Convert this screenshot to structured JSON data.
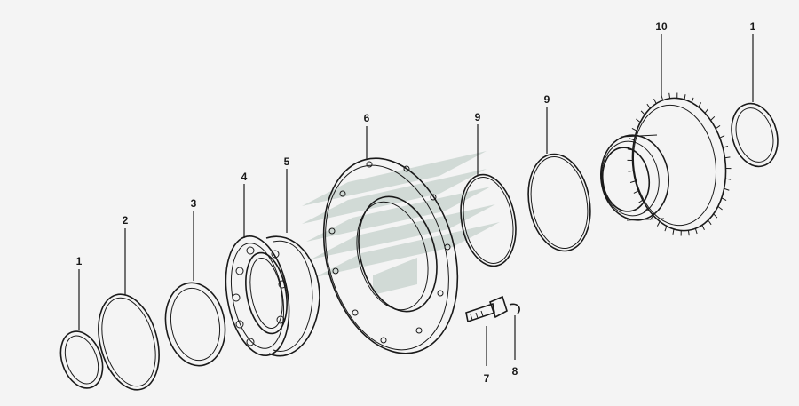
{
  "labels": {
    "ring1_left": "1",
    "ring2": "2",
    "ring3": "3",
    "bearing4": "4",
    "ring5": "5",
    "flange6": "6",
    "bolt7": "7",
    "washer8": "8",
    "oring9_a": "9",
    "oring9_b": "9",
    "gear10": "10",
    "ring1_right": "1"
  },
  "colors": {
    "line": "#1a1a1a",
    "background": "#f4f4f4",
    "watermark": "#c9d4cf"
  },
  "watermark_icon": "brand-logo-watermark"
}
